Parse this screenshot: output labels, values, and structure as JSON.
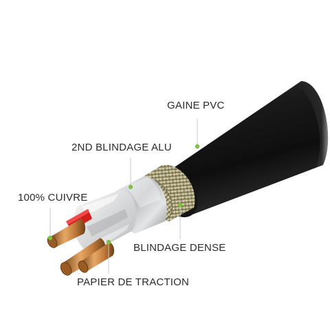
{
  "labels": {
    "jacket": "GAINE PVC",
    "foil": "2ND BLINDAGE ALU",
    "copper": "100% CUIVRE",
    "braid": "BLINDAGE DENSE",
    "paper": "PAPIER DE TRACTION"
  },
  "colors": {
    "jacket": "#1c1c1c",
    "braid": "#cfc7a0",
    "foil": "#d9dadb",
    "copper": "#c98a4a",
    "red_insulation": "#d21e1e",
    "callout_dot": "#7ec242",
    "text": "#2b2b2b"
  }
}
